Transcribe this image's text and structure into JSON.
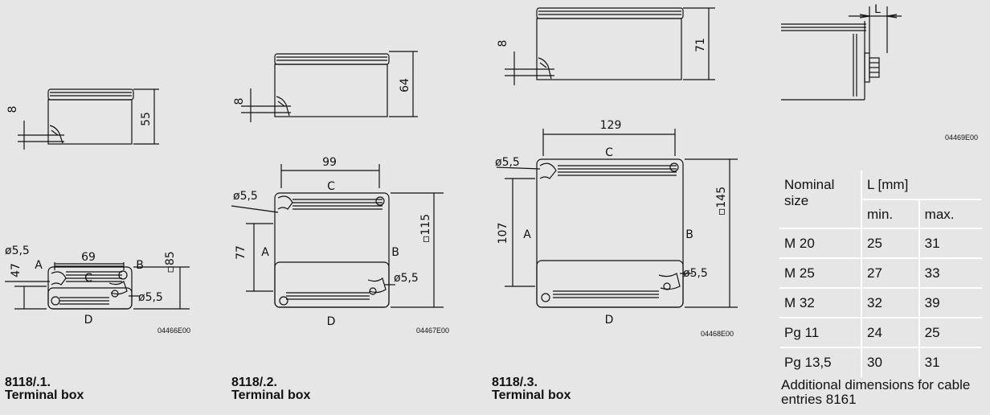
{
  "boxes": [
    {
      "caption_code": "8118/.1.",
      "caption_text": "Terminal box",
      "drawing_code": "04466E00",
      "side_height": "55",
      "side_gland": "8",
      "width_dim": "69",
      "height_dim": "▫85",
      "offset_dim": "47",
      "hole_top": "ø5,5",
      "hole_bottom": "ø5,5",
      "side_a": "A",
      "side_b": "B",
      "side_c": "C",
      "side_d": "D"
    },
    {
      "caption_code": "8118/.2.",
      "caption_text": "Terminal box",
      "drawing_code": "04467E00",
      "side_height": "64",
      "side_gland": "8",
      "width_dim": "99",
      "height_dim": "▫115",
      "offset_dim": "77",
      "hole_top": "ø5,5",
      "hole_bottom": "ø5,5",
      "side_a": "A",
      "side_b": "B",
      "side_c": "C",
      "side_d": "D"
    },
    {
      "caption_code": "8118/.3.",
      "caption_text": "Terminal box",
      "drawing_code": "04468E00",
      "side_height": "71",
      "side_gland": "8",
      "width_dim": "129",
      "height_dim": "▫145",
      "offset_dim": "107",
      "hole_top": "ø5,5",
      "hole_bottom": "ø5,5",
      "side_a": "A",
      "side_b": "B",
      "side_c": "C",
      "side_d": "D"
    }
  ],
  "cable_entry": {
    "drawing_code": "04469E00",
    "dim_label": "L",
    "caption": "Additional dimensions for cable entries 8161",
    "table": {
      "col_size_header": "Nominal size",
      "col_l_header": "L [mm]",
      "col_min": "min.",
      "col_max": "max.",
      "rows": [
        {
          "size": "M 20",
          "min": "25",
          "max": "31"
        },
        {
          "size": "M 25",
          "min": "27",
          "max": "33"
        },
        {
          "size": "M 32",
          "min": "32",
          "max": "39"
        },
        {
          "size": "Pg 11",
          "min": "24",
          "max": "25"
        },
        {
          "size": "Pg 13,5",
          "min": "30",
          "max": "31"
        }
      ]
    }
  }
}
